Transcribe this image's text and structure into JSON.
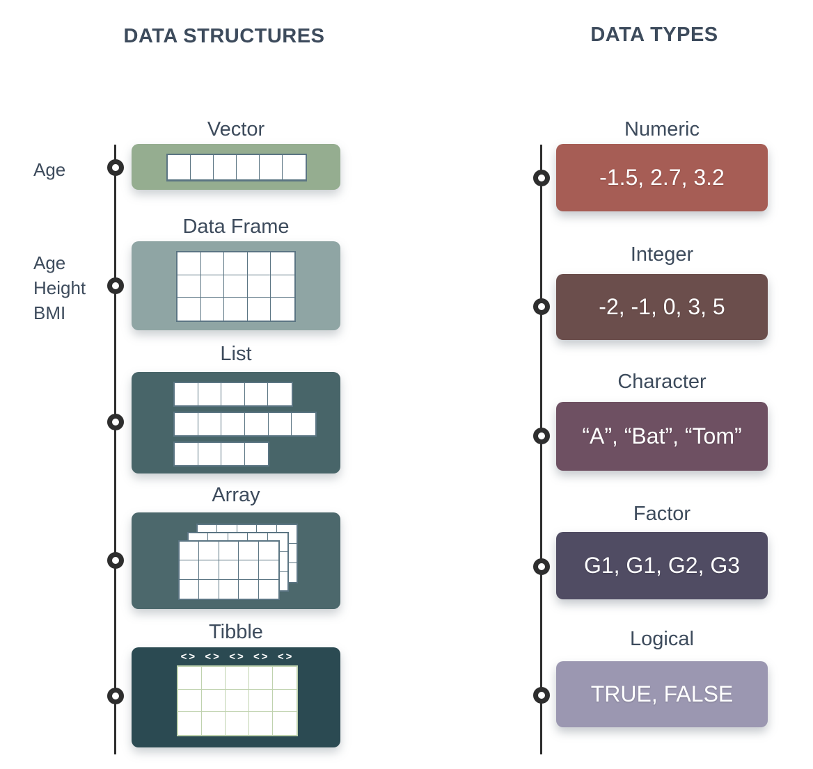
{
  "palette": {
    "heading_text": "#3d4b5c",
    "timeline": "#2e2e2e",
    "white_grid_border": "#5b7583",
    "tibble_grid_border": "#bfd2ae",
    "vector_box": "#95ad90",
    "data_frame_box": "#8fa5a4",
    "list_box": "#486569",
    "array_box": "#4c686c",
    "tibble_box": "#2b4a52",
    "numeric_box": "#a65d55",
    "integer_box": "#6b4e4c",
    "character_box": "#6e5062",
    "factor_box": "#504c63",
    "logical_box": "#9b97b1"
  },
  "structures": {
    "title": "DATA STRUCTURES",
    "items": [
      {
        "label": "Vector",
        "annotation": "Age"
      },
      {
        "label": "Data Frame",
        "annotation_lines": [
          "Age",
          "Height",
          "BMI"
        ]
      },
      {
        "label": "List"
      },
      {
        "label": "Array"
      },
      {
        "label": "Tibble",
        "column_glyph": "<>"
      }
    ]
  },
  "types": {
    "title": "DATA TYPES",
    "items": [
      {
        "label": "Numeric",
        "example": "-1.5, 2.7, 3.2"
      },
      {
        "label": "Integer",
        "example": "-2, -1, 0, 3, 5"
      },
      {
        "label": "Character",
        "example": "“A”, “Bat”, “Tom”"
      },
      {
        "label": "Factor",
        "example": "G1, G1, G2, G3"
      },
      {
        "label": "Logical",
        "example": "TRUE, FALSE"
      }
    ]
  }
}
